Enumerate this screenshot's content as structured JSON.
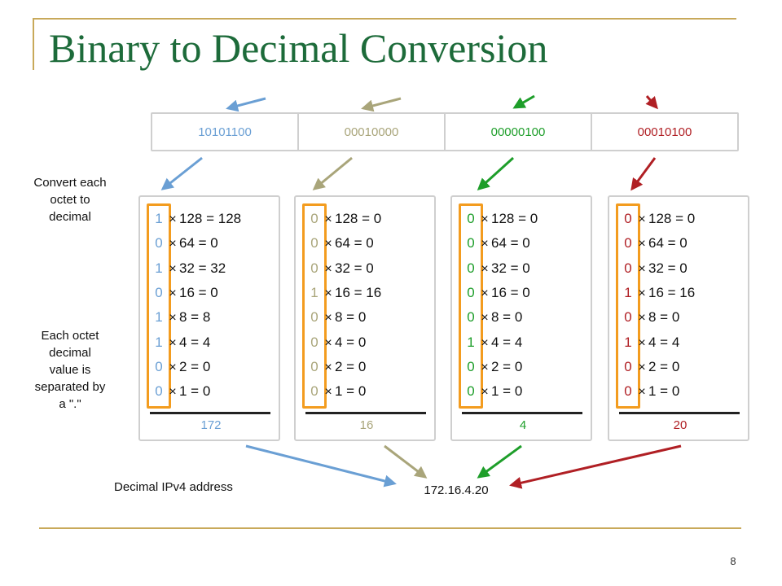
{
  "title": "Binary to Decimal Conversion",
  "page_number": "8",
  "labels": {
    "convert": "Convert each\noctet to\ndecimal",
    "separated": "Each octet\ndecimal\nvalue is\nseparated by\na \".\"",
    "decimal_address": "Decimal IPv4 address"
  },
  "address": "172.16.4.20",
  "colors": {
    "octet1": "#6a9fd4",
    "octet2": "#a9a57a",
    "octet3": "#1e9e2a",
    "octet4": "#b01f24",
    "bit_box": "#f39c1f",
    "title": "#1d6b3a",
    "frame": "#c8a95a"
  },
  "octets": [
    {
      "binary": "10101100",
      "decimal": "172",
      "rows": [
        {
          "bit": "1",
          "expr": "128 = 128"
        },
        {
          "bit": "0",
          "expr": "64 = 0"
        },
        {
          "bit": "1",
          "expr": "32 = 32"
        },
        {
          "bit": "0",
          "expr": "16 = 0"
        },
        {
          "bit": "1",
          "expr": "8 = 8"
        },
        {
          "bit": "1",
          "expr": "4 = 4"
        },
        {
          "bit": "0",
          "expr": "2 = 0"
        },
        {
          "bit": "0",
          "expr": "1 = 0"
        }
      ]
    },
    {
      "binary": "00010000",
      "decimal": "16",
      "rows": [
        {
          "bit": "0",
          "expr": "128 = 0"
        },
        {
          "bit": "0",
          "expr": "64 = 0"
        },
        {
          "bit": "0",
          "expr": "32 = 0"
        },
        {
          "bit": "1",
          "expr": "16 = 16"
        },
        {
          "bit": "0",
          "expr": "8 = 0"
        },
        {
          "bit": "0",
          "expr": "4 = 0"
        },
        {
          "bit": "0",
          "expr": "2 = 0"
        },
        {
          "bit": "0",
          "expr": "1 = 0"
        }
      ]
    },
    {
      "binary": "00000100",
      "decimal": "4",
      "rows": [
        {
          "bit": "0",
          "expr": "128 = 0"
        },
        {
          "bit": "0",
          "expr": "64 = 0"
        },
        {
          "bit": "0",
          "expr": "32 = 0"
        },
        {
          "bit": "0",
          "expr": "16 = 0"
        },
        {
          "bit": "0",
          "expr": "8 = 0"
        },
        {
          "bit": "1",
          "expr": "4 = 4"
        },
        {
          "bit": "0",
          "expr": "2 = 0"
        },
        {
          "bit": "0",
          "expr": "1 = 0"
        }
      ]
    },
    {
      "binary": "00010100",
      "decimal": "20",
      "rows": [
        {
          "bit": "0",
          "expr": "128 = 0"
        },
        {
          "bit": "0",
          "expr": "64 = 0"
        },
        {
          "bit": "0",
          "expr": "32 = 0"
        },
        {
          "bit": "1",
          "expr": "16 = 16"
        },
        {
          "bit": "0",
          "expr": "8 = 0"
        },
        {
          "bit": "1",
          "expr": "4 = 4"
        },
        {
          "bit": "0",
          "expr": "2 = 0"
        },
        {
          "bit": "0",
          "expr": "1 = 0"
        }
      ]
    }
  ]
}
